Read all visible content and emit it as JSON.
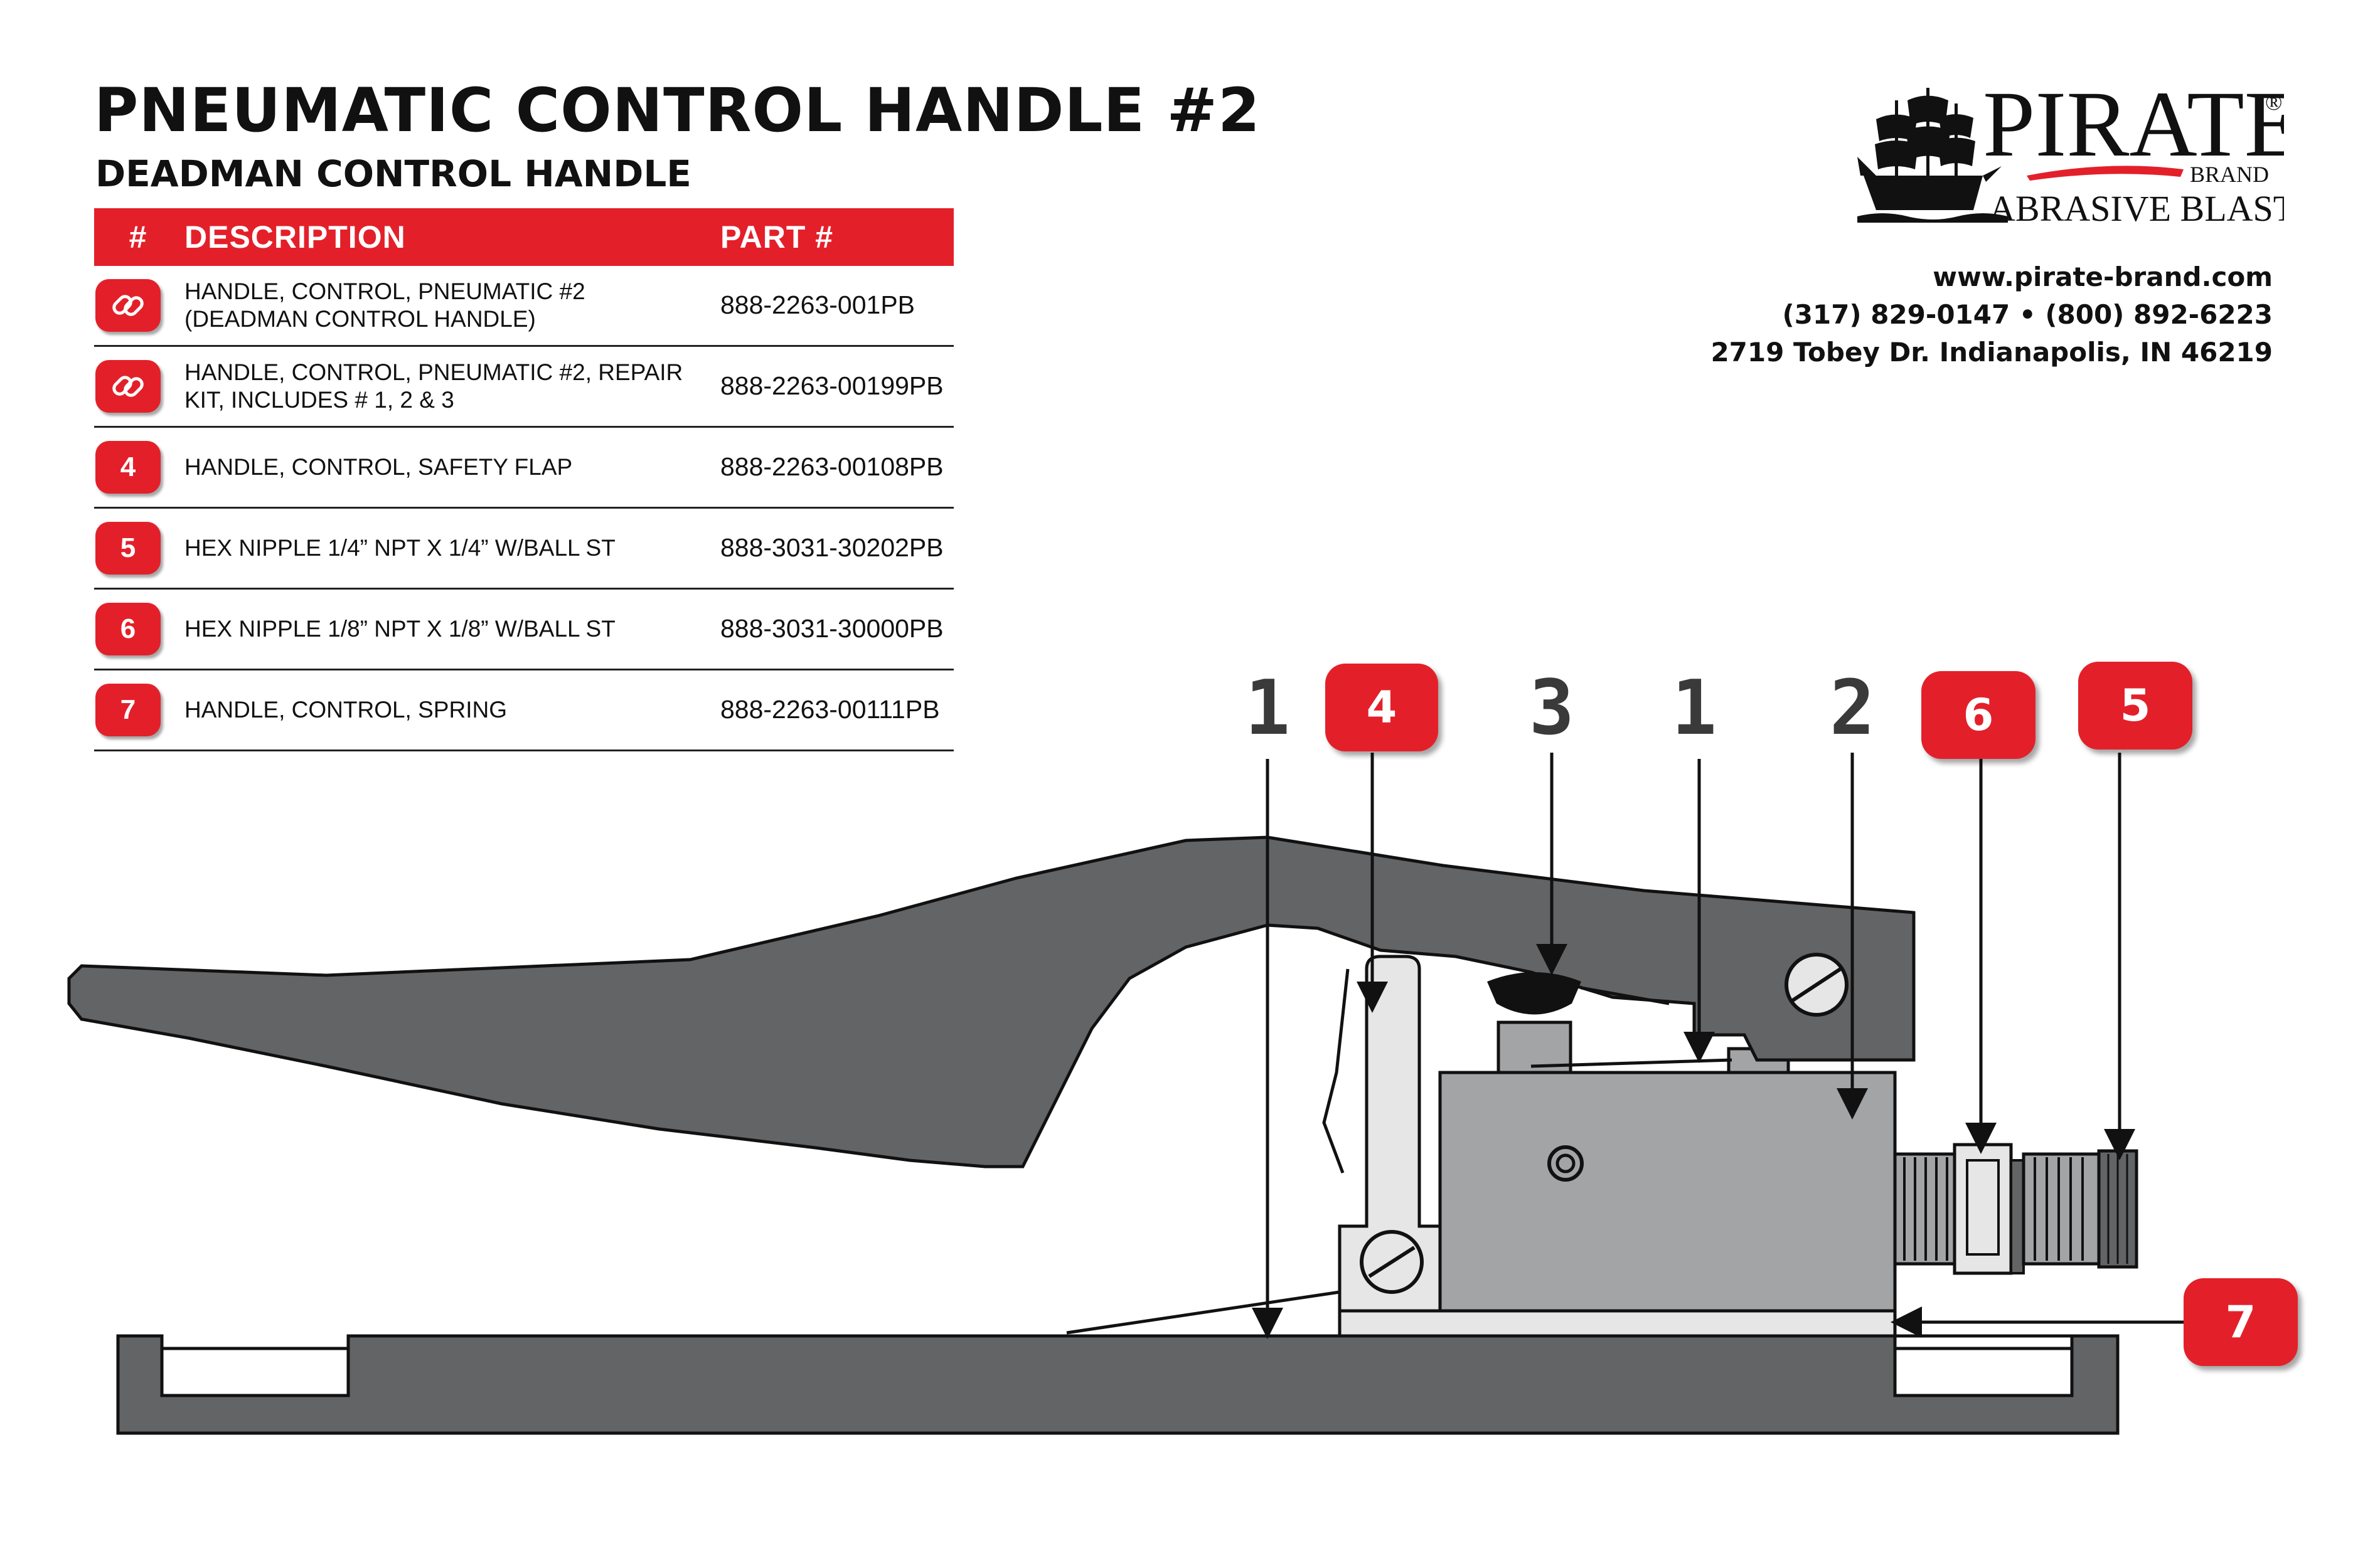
{
  "title": "PNEUMATIC CONTROL HANDLE #2",
  "subtitle": "DEADMAN CONTROL HANDLE",
  "table": {
    "headers": {
      "num": "#",
      "description": "DESCRIPTION",
      "part": "PART #"
    },
    "rows": [
      {
        "num": "",
        "icon": "chain-link-icon",
        "description": "HANDLE, CONTROL, PNEUMATIC #2 (DEADMAN CONTROL HANDLE)",
        "part": "888-2263-001PB"
      },
      {
        "num": "",
        "icon": "chain-link-icon",
        "description": "HANDLE, CONTROL, PNEUMATIC #2, REPAIR KIT, INCLUDES # 1, 2 & 3",
        "part": "888-2263-00199PB"
      },
      {
        "num": "4",
        "description": "HANDLE, CONTROL, SAFETY FLAP",
        "part": "888-2263-00108PB"
      },
      {
        "num": "5",
        "description": "HEX NIPPLE 1/4” NPT x 1/4” W/BALL ST",
        "part": "888-3031-30202PB"
      },
      {
        "num": "6",
        "description": "HEX NIPPLE 1/8” NPT x 1/8” W/BALL ST",
        "part": "888-3031-30000PB"
      },
      {
        "num": "7",
        "description": "HANDLE, CONTROL, SPRING",
        "part": "888-2263-00111PB"
      }
    ]
  },
  "logo": {
    "word": "PIRATE",
    "registered": "®",
    "brand": "BRAND",
    "tagline": "ABRASIVE BLASTING"
  },
  "contact": {
    "website": "www.pirate-brand.com",
    "phones": "(317) 829-0147 • (800) 892-6223",
    "address": "2719 Tobey Dr. Indianapolis, IN 46219"
  },
  "callouts": {
    "c1a": "1",
    "c4": "4",
    "c3": "3",
    "c1b": "1",
    "c2": "2",
    "c6": "6",
    "c5": "5",
    "c7": "7"
  },
  "colors": {
    "accent_red": "#e3202a",
    "part_gray": "#636466",
    "body_gray": "#a3a4a6",
    "light_gray": "#e6e6e6"
  }
}
